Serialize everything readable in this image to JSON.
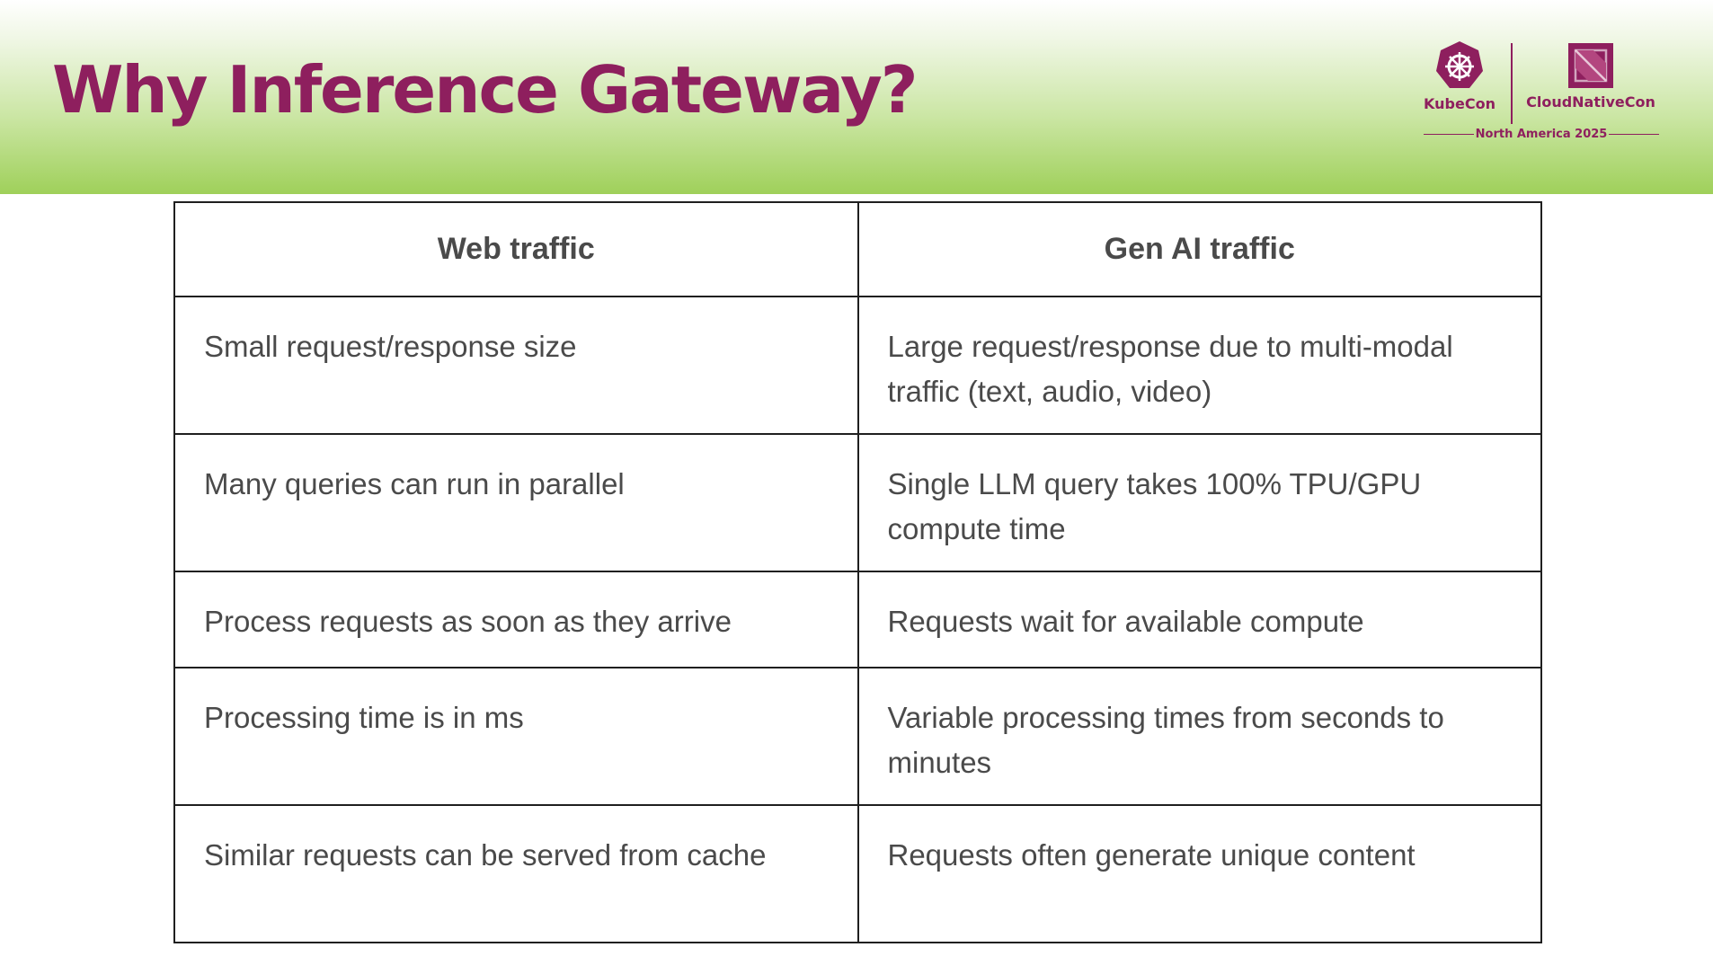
{
  "slide": {
    "title": "Why Inference Gateway?"
  },
  "logo": {
    "left_name": "KubeCon",
    "right_name": "CloudNativeCon",
    "subtitle": "North America 2025",
    "left_icon": "kubernetes-helm-wheel-icon",
    "right_icon": "cncf-square-icon",
    "brand_color": "#8e1f5e"
  },
  "table": {
    "headers": [
      "Web traffic",
      "Gen AI traffic"
    ],
    "rows": [
      [
        "Small request/response size",
        "Large request/response due to multi-modal traffic (text, audio, video)"
      ],
      [
        "Many queries can run in parallel",
        "Single LLM query takes 100% TPU/GPU compute time"
      ],
      [
        "Process requests as soon as they arrive",
        "Requests wait for available compute"
      ],
      [
        "Processing time is in ms",
        "Variable processing times from seconds to minutes"
      ],
      [
        "Similar requests can be served from cache",
        "Requests often generate unique content"
      ]
    ]
  },
  "colors": {
    "title": "#8e1f5e",
    "header_green": "#9fd05a",
    "table_text": "#4a4a4a",
    "border": "#1f1f1f"
  }
}
